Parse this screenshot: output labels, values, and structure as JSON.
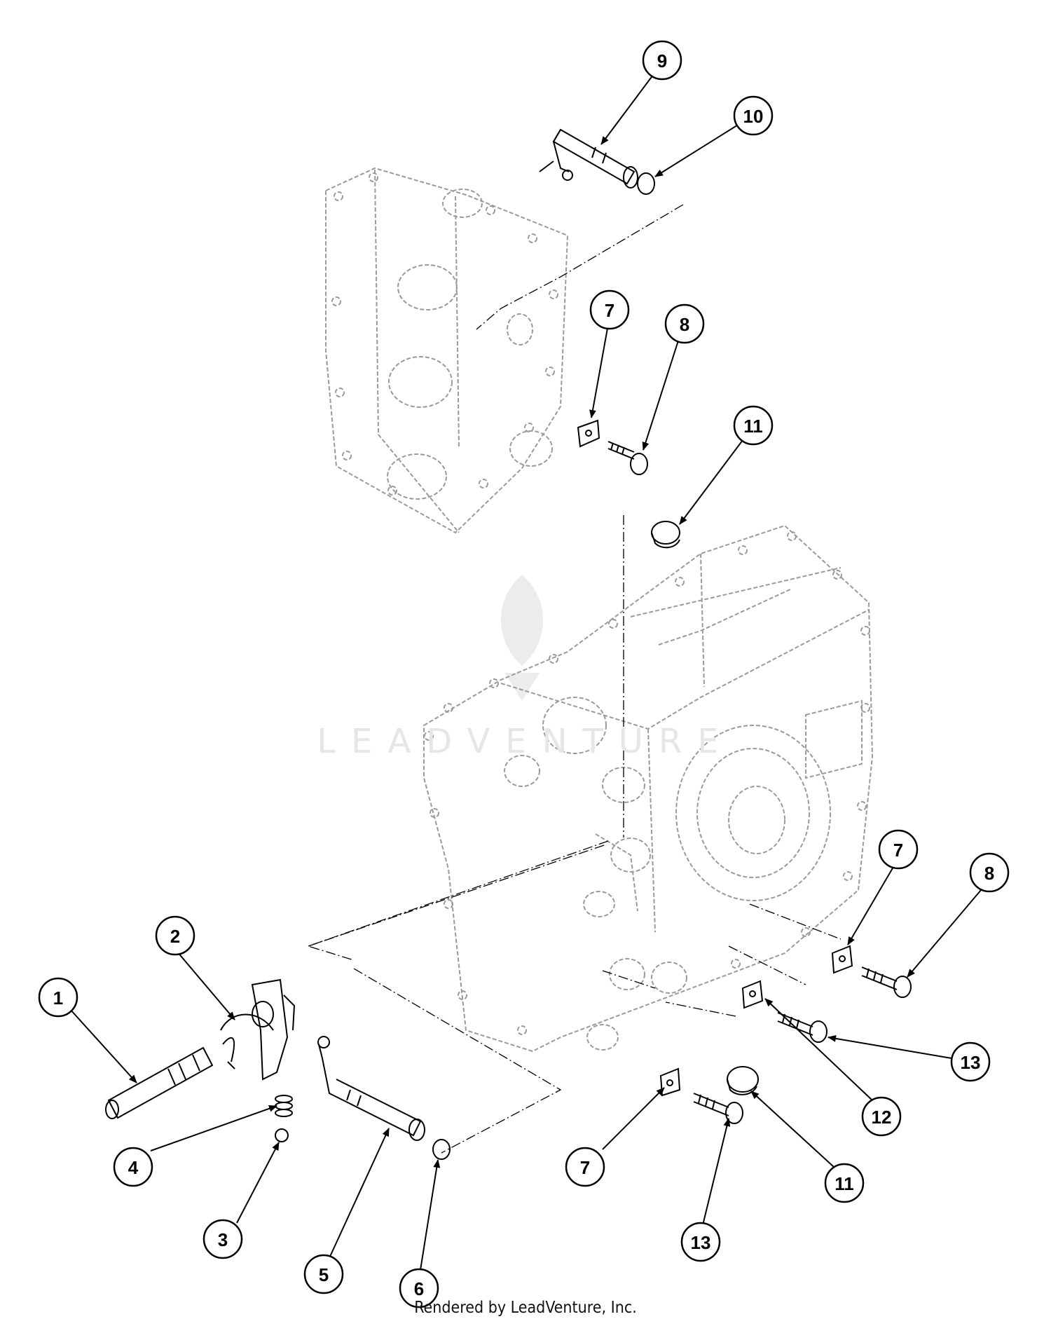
{
  "watermark": "LEADVENTURE",
  "footer_text": "Rendered by LeadVenture, Inc.",
  "callouts": [
    {
      "id": "c1",
      "label": "1"
    },
    {
      "id": "c2",
      "label": "2"
    },
    {
      "id": "c3",
      "label": "3"
    },
    {
      "id": "c4",
      "label": "4"
    },
    {
      "id": "c5",
      "label": "5"
    },
    {
      "id": "c6",
      "label": "6"
    },
    {
      "id": "c7a",
      "label": "7"
    },
    {
      "id": "c7b",
      "label": "7"
    },
    {
      "id": "c7c",
      "label": "7"
    },
    {
      "id": "c8a",
      "label": "8"
    },
    {
      "id": "c8b",
      "label": "8"
    },
    {
      "id": "c9",
      "label": "9"
    },
    {
      "id": "c10",
      "label": "10"
    },
    {
      "id": "c11a",
      "label": "11"
    },
    {
      "id": "c11b",
      "label": "11"
    },
    {
      "id": "c12",
      "label": "12"
    },
    {
      "id": "c13a",
      "label": "13"
    },
    {
      "id": "c13b",
      "label": "13"
    }
  ]
}
